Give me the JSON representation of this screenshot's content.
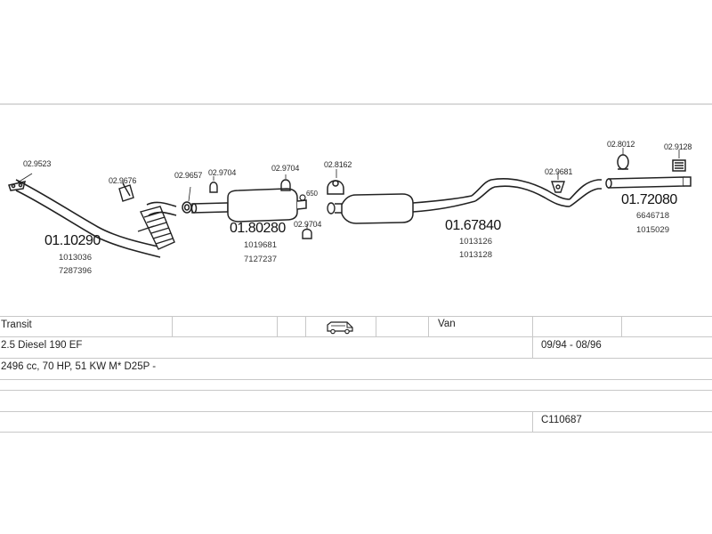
{
  "parts": {
    "front_pipe": {
      "number": "01.10290",
      "refs": [
        "1013036",
        "7287396"
      ]
    },
    "front_muffler": {
      "number": "01.80280",
      "refs": [
        "1019681",
        "7127237"
      ]
    },
    "rear_muffler": {
      "number": "01.67840",
      "refs": [
        "1013126",
        "1013128"
      ]
    },
    "tail_pipe": {
      "number": "01.72080",
      "refs": [
        "6646718",
        "1015029"
      ]
    }
  },
  "accessories": {
    "a1": "02.9523",
    "a2": "02.9676",
    "a3": "02.9657",
    "a4": "02.9704",
    "a5": "02.9704",
    "a6": "02.9704",
    "a7": "02.8162",
    "a8": "02.9681",
    "a9": "02.8012",
    "a10": "02.9128",
    "a11": "650"
  },
  "table": {
    "model": "Transit",
    "body_type": "Van",
    "engine": "2.5 Diesel 190 EF",
    "years": "09/94 - 08/96",
    "spec": "2496 cc, 70 HP, 51 KW M* D25P -",
    "code": "C110687",
    "icons": {
      "vehicle": "van-icon"
    }
  }
}
